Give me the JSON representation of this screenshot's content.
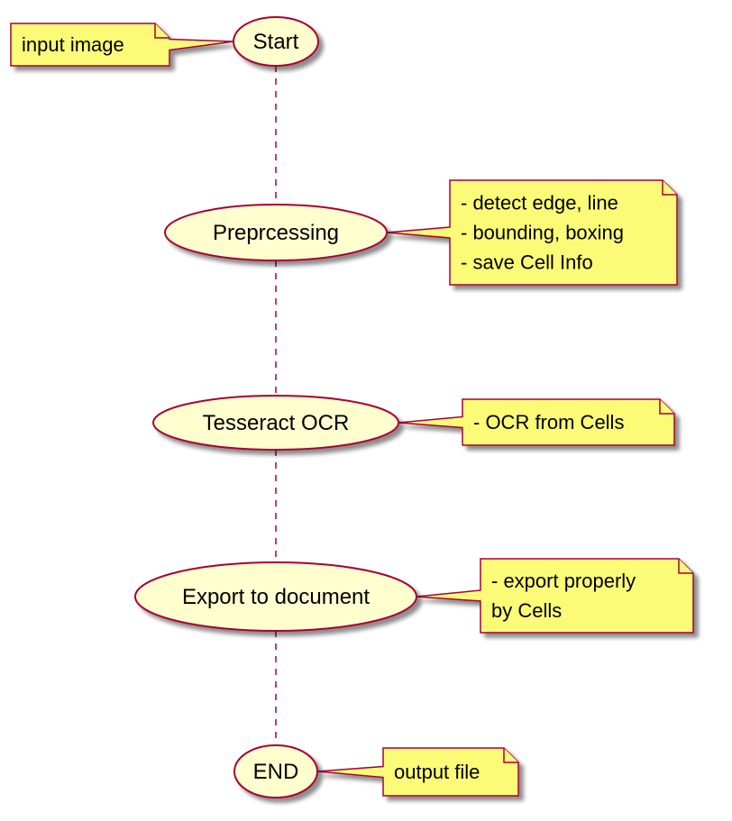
{
  "diagram": {
    "colors": {
      "node_fill": "#FEFECE",
      "node_stroke": "#A80036",
      "note_fill": "#FBFB77",
      "note_stroke": "#A80036",
      "shadow": "#B4B4B4",
      "connector": "#A80036"
    },
    "nodes": [
      {
        "id": "start",
        "label": "Start"
      },
      {
        "id": "preprocessing",
        "label": "Preprcessing"
      },
      {
        "id": "ocr",
        "label": "Tesseract OCR"
      },
      {
        "id": "export",
        "label": "Export to document"
      },
      {
        "id": "end",
        "label": "END"
      }
    ],
    "notes": [
      {
        "id": "note-start",
        "attached_to": "start",
        "lines": [
          "input image"
        ]
      },
      {
        "id": "note-preprocessing",
        "attached_to": "preprocessing",
        "lines": [
          "- detect edge, line",
          "- bounding, boxing",
          "- save Cell Info"
        ]
      },
      {
        "id": "note-ocr",
        "attached_to": "ocr",
        "lines": [
          "- OCR from Cells"
        ]
      },
      {
        "id": "note-export",
        "attached_to": "export",
        "lines": [
          "- export properly",
          "  by Cells"
        ]
      },
      {
        "id": "note-end",
        "attached_to": "end",
        "lines": [
          "output file"
        ]
      }
    ],
    "edges": [
      {
        "from": "start",
        "to": "preprocessing"
      },
      {
        "from": "preprocessing",
        "to": "ocr"
      },
      {
        "from": "ocr",
        "to": "export"
      },
      {
        "from": "export",
        "to": "end"
      }
    ]
  }
}
